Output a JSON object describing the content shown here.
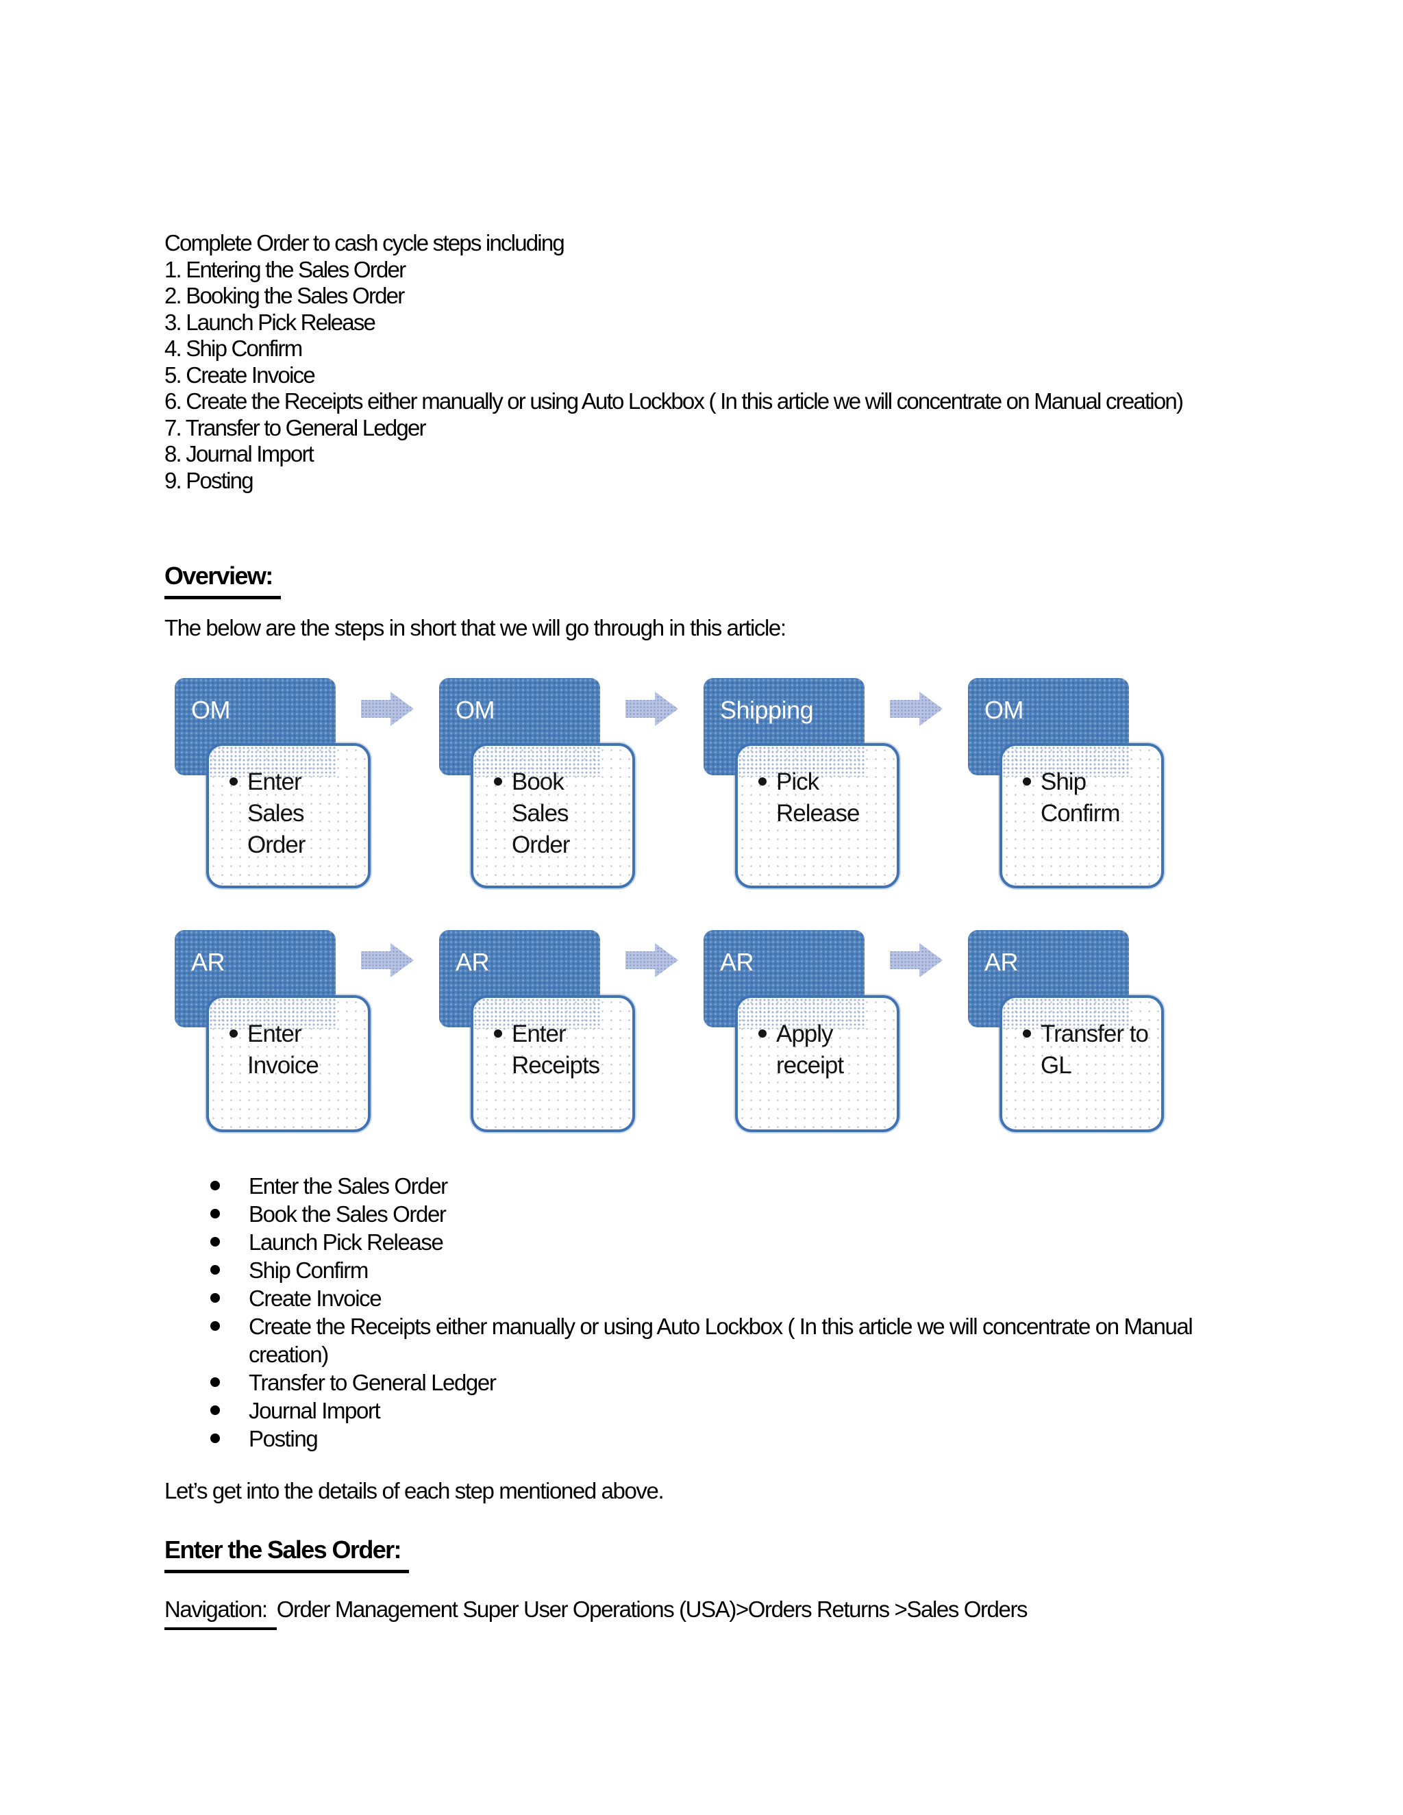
{
  "intro": {
    "title": "Complete Order to cash cycle steps including",
    "steps": [
      "1. Entering the Sales Order",
      "2. Booking the Sales Order",
      "3. Launch Pick Release",
      "4. Ship Confirm",
      "5. Create Invoice",
      "6. Create the Receipts either manually or using Auto Lockbox ( In this article we will concentrate on Manual creation)",
      "7. Transfer to General Ledger",
      "8. Journal Import",
      "9. Posting"
    ]
  },
  "overview": {
    "heading": "Overview:",
    "lead": "The below are the steps in short that we will go through in this article:"
  },
  "diagram": {
    "colors": {
      "header_fill": "#4e80bc",
      "detail_border": "#4173b3",
      "arrow_fill": "#b6c3e2"
    },
    "rows": [
      {
        "steps": [
          {
            "header": "OM",
            "detail": "Enter Sales Order"
          },
          {
            "header": "OM",
            "detail": "Book Sales Order"
          },
          {
            "header": "Shipping",
            "detail": "Pick Release"
          },
          {
            "header": "OM",
            "detail": "Ship Confirm"
          }
        ]
      },
      {
        "steps": [
          {
            "header": "AR",
            "detail": "Enter Invoice"
          },
          {
            "header": "AR",
            "detail": "Enter Receipts"
          },
          {
            "header": "AR",
            "detail": "Apply receipt"
          },
          {
            "header": "AR",
            "detail": "Transfer to GL"
          }
        ]
      }
    ]
  },
  "summary": {
    "items": [
      "Enter the Sales Order",
      "Book the Sales Order",
      "Launch Pick Release",
      "Ship Confirm",
      "Create Invoice",
      "Create the Receipts either manually or using Auto Lockbox ( In this article we will concentrate on Manual creation)",
      "Transfer to General Ledger",
      "Journal Import",
      "Posting"
    ]
  },
  "details": {
    "lead": "Let’s get into the details of each step mentioned above.",
    "heading": "Enter the Sales Order:",
    "navigation_label": "Navigation:",
    "navigation_path": "Order Management Super User Operations (USA)>Orders Returns >Sales Orders"
  }
}
